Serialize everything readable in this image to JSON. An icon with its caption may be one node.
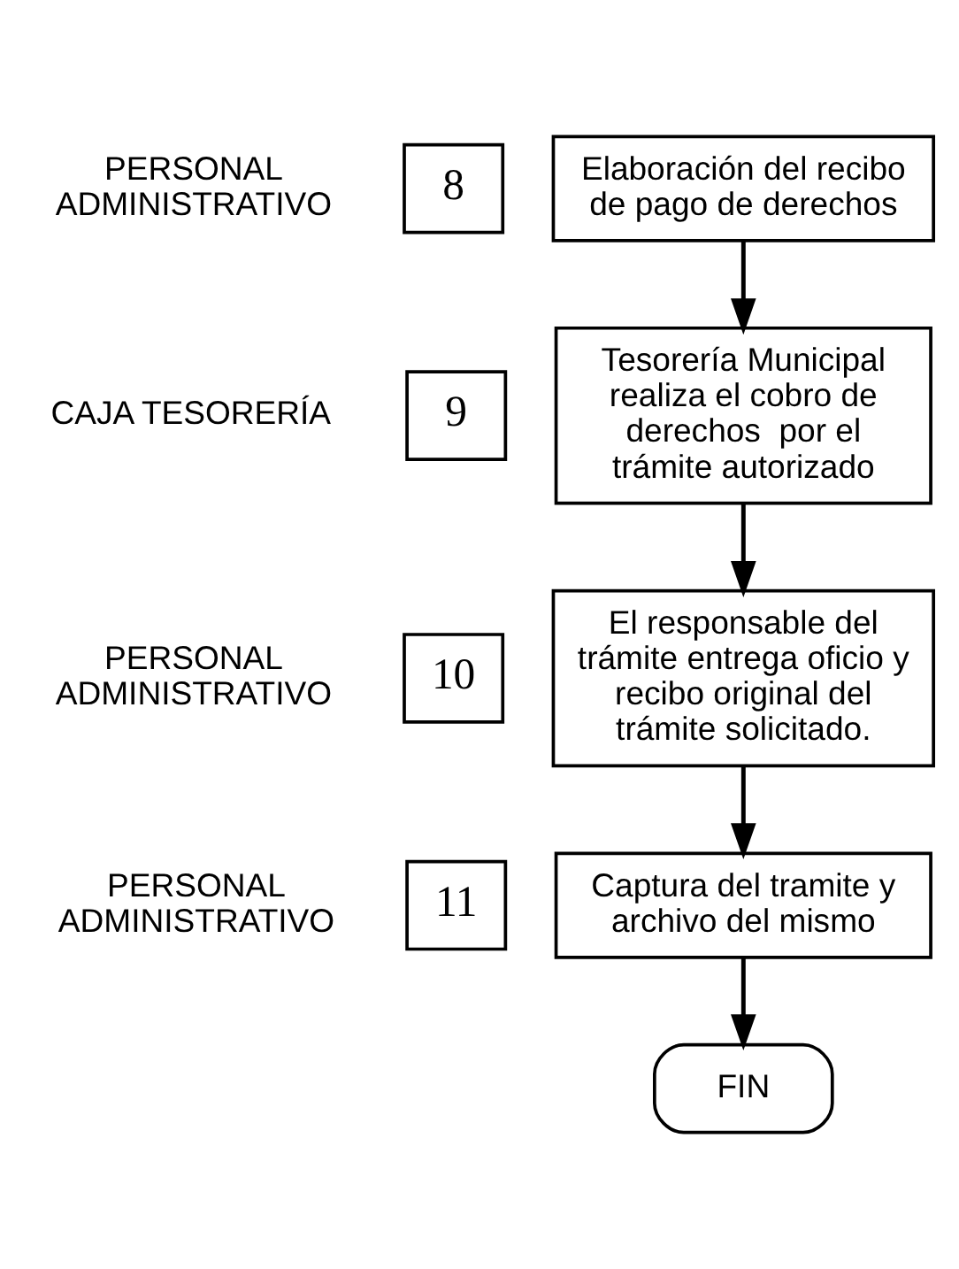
{
  "diagram": {
    "nodes": [
      {
        "text": [
          "Elaboración del recibo de pago de derechos"
        ]
      },
      {
        "text": [
          "8"
        ]
      },
      {
        "text": [
          "Tesorería Municipal realiza el cobro de derechos  por el trámite autorizado"
        ]
      },
      {
        "text": [
          "9"
        ]
      },
      {
        "text": [
          "El responsable del trámite entrega oficio y recibo original del trámite solicitado."
        ]
      },
      {
        "text": [
          "10"
        ]
      },
      {
        "text": [
          "Captura del tramite y archivo del mismo"
        ]
      },
      {
        "text": [
          "11"
        ]
      },
      {
        "text": [
          "FIN"
        ]
      }
    ],
    "edges": [
      {
        "from": 0,
        "to": 2,
        "arrow": "to"
      },
      {
        "from": 2,
        "to": 4,
        "arrow": "to"
      },
      {
        "from": 4,
        "to": 6,
        "arrow": "to"
      },
      {
        "from": 6,
        "to": 8,
        "arrow": "to"
      }
    ],
    "labels": [
      "PERSONAL ADMINISTRATIVO",
      "CAJA TESORERÍA",
      "PERSONAL ADMINISTRATIVO",
      "PERSONAL ADMINISTRATIVO"
    ]
  }
}
